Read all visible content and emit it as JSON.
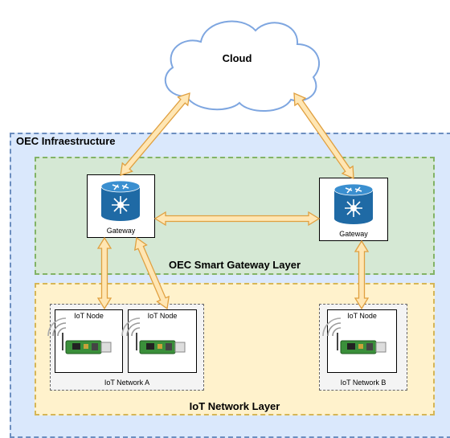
{
  "cloud": {
    "label": "Cloud"
  },
  "infrastructure": {
    "label": "OEC Infraestructure"
  },
  "gateway_layer": {
    "label": "OEC Smart Gateway Layer",
    "gateways": [
      {
        "label": "Gateway"
      },
      {
        "label": "Gateway"
      }
    ]
  },
  "iot_layer": {
    "label": "IoT Network Layer",
    "networks": [
      {
        "label": "IoT Network A",
        "nodes": [
          {
            "label": "IoT Node"
          },
          {
            "label": "IoT Node"
          }
        ]
      },
      {
        "label": "IoT Network B",
        "nodes": [
          {
            "label": "IoT Node"
          }
        ]
      }
    ]
  },
  "colors": {
    "infra_fill": "#dae8fc",
    "infra_border": "#6c8ebf",
    "gateway_layer_fill": "#d5e8d4",
    "gateway_layer_border": "#82b366",
    "iot_layer_fill": "#fff2cc",
    "iot_layer_border": "#d6b656",
    "arrow_fill": "#ffe6b3",
    "arrow_border": "#e0a040",
    "router_blue": "#1f6aa5"
  },
  "icons": {
    "cloud": "cloud-shape",
    "gateway": "router-icon",
    "iot_node": "usb-iot-device-icon"
  }
}
